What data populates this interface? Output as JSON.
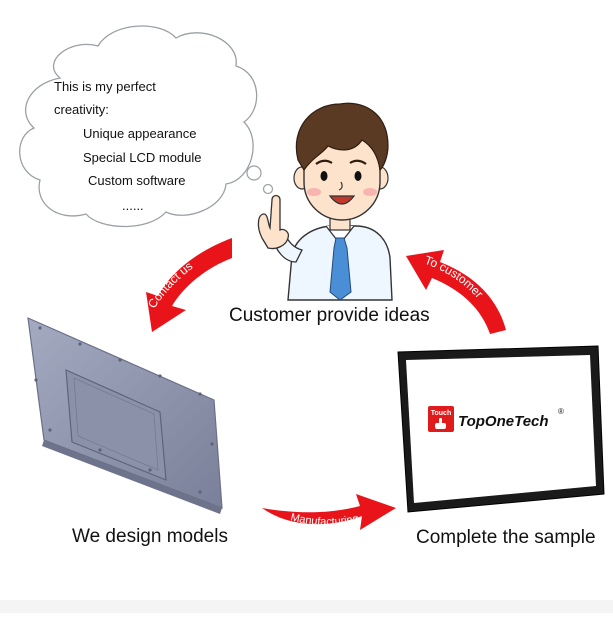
{
  "bubble": {
    "lines": [
      "This is my perfect",
      "creativity:",
      "Unique appearance",
      "Special LCD module",
      "Custom software",
      "......"
    ]
  },
  "captions": {
    "customer": "Customer provide ideas",
    "design": "We design models",
    "sample": "Complete the sample"
  },
  "arrows": {
    "contact": "Contact us",
    "to_customer": "To customer",
    "manufacturing": "Manufacturing"
  },
  "logo": {
    "badge": "Touch",
    "brand": "TopOneTech",
    "mark": "®"
  },
  "colors": {
    "arrow": "#e8141a",
    "bubble_border": "#9aa0a6",
    "panel_gray": "#8f96ad",
    "bezel": "#1a1a1a",
    "shirt": "#eef6ff",
    "tie": "#4a8fd6",
    "hair": "#5a3a22",
    "skin": "#fde3cc"
  }
}
